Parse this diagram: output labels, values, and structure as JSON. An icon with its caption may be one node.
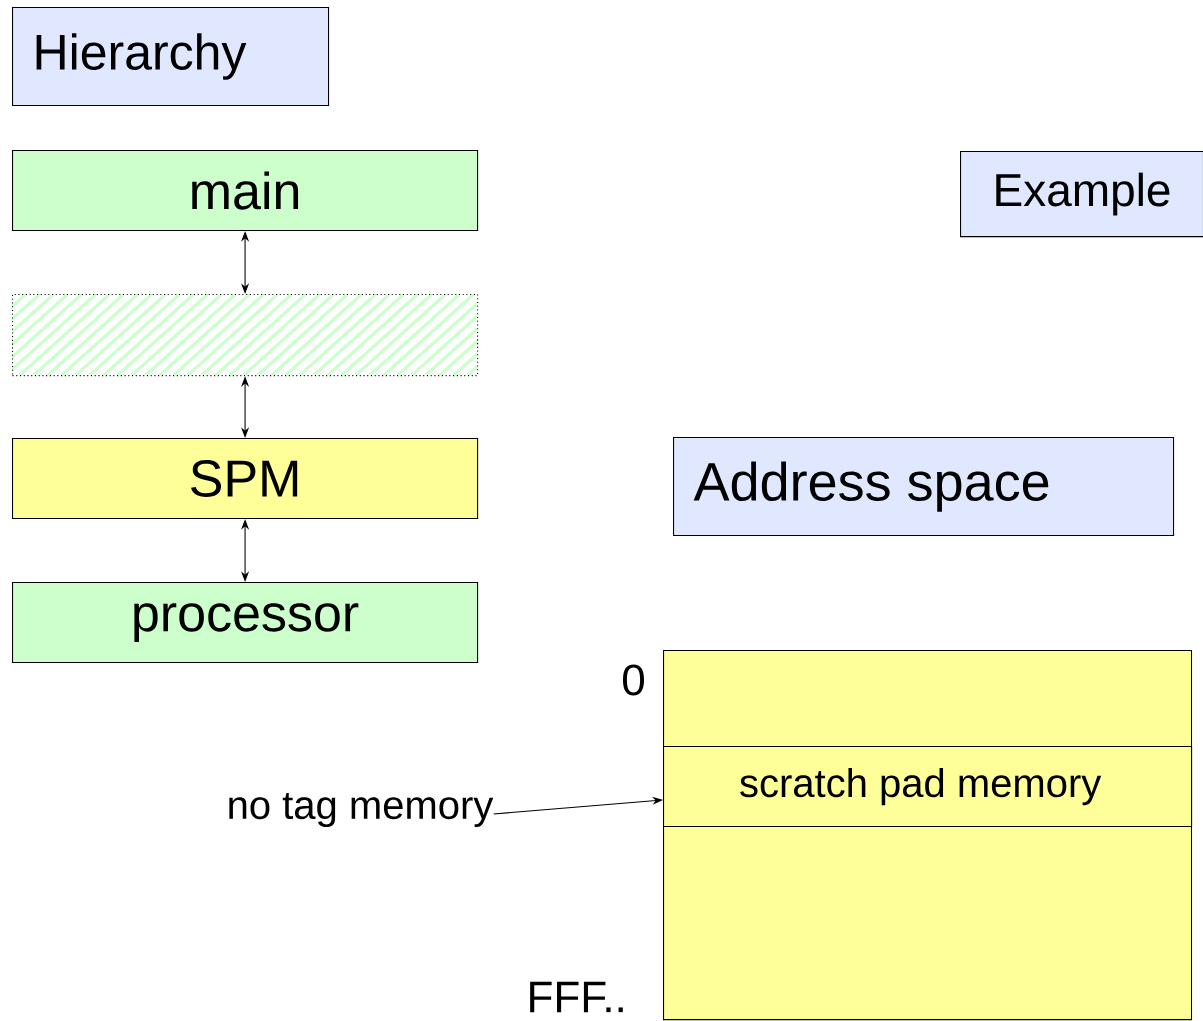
{
  "diagram": {
    "nodes": [
      {
        "text": [
          "Hierarchy"
        ]
      },
      {
        "text": [
          "main"
        ]
      },
      {
        "text": [],
        "shape": "box"
      },
      {
        "text": [
          "SPM"
        ]
      },
      {
        "text": [
          "processor"
        ]
      },
      {
        "text": [
          "Example"
        ]
      },
      {
        "text": [
          "Address space"
        ]
      },
      {
        "text": [],
        "shape": "box"
      },
      {
        "text": [
          "scratch pad memory"
        ],
        "in": 7
      },
      {
        "text": [
          "no tag memory"
        ]
      }
    ],
    "edges": [
      {
        "from": 1,
        "to": 2,
        "arrow": "both"
      },
      {
        "from": 2,
        "to": 3,
        "arrow": "both"
      },
      {
        "from": 3,
        "to": 4,
        "arrow": "both"
      },
      {
        "from": 9,
        "to": 8,
        "arrow": "to"
      }
    ],
    "labels": [
      "0",
      "FFF.."
    ]
  }
}
